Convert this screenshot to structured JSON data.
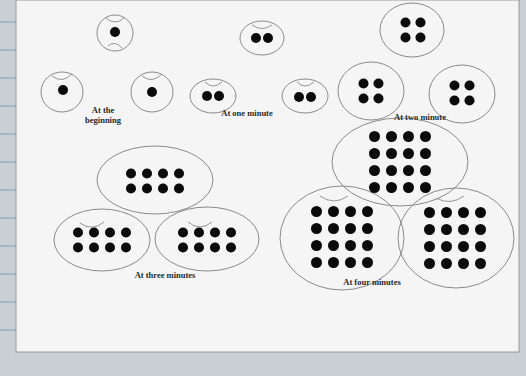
{
  "diagram": {
    "labels": [
      "At the beginning",
      "At one minute",
      "At two minute",
      "At three minutes",
      "At four minutes"
    ]
  }
}
